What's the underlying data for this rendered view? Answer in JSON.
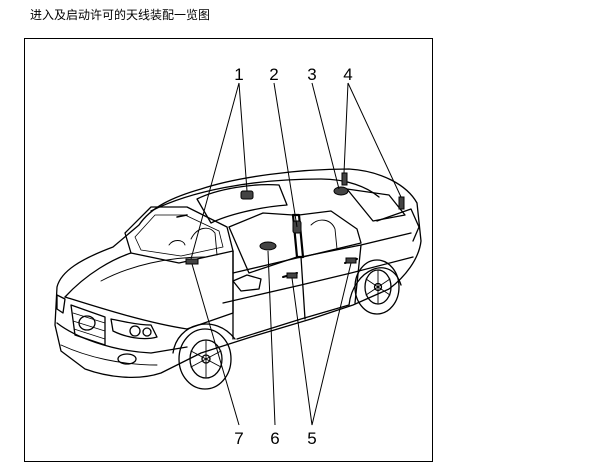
{
  "page": {
    "title": "进入及启动许可的天线装配一览图"
  },
  "diagram": {
    "subject": "sedan-car-antenna-locations",
    "callouts": [
      "1",
      "2",
      "3",
      "4",
      "5",
      "6",
      "7"
    ]
  }
}
